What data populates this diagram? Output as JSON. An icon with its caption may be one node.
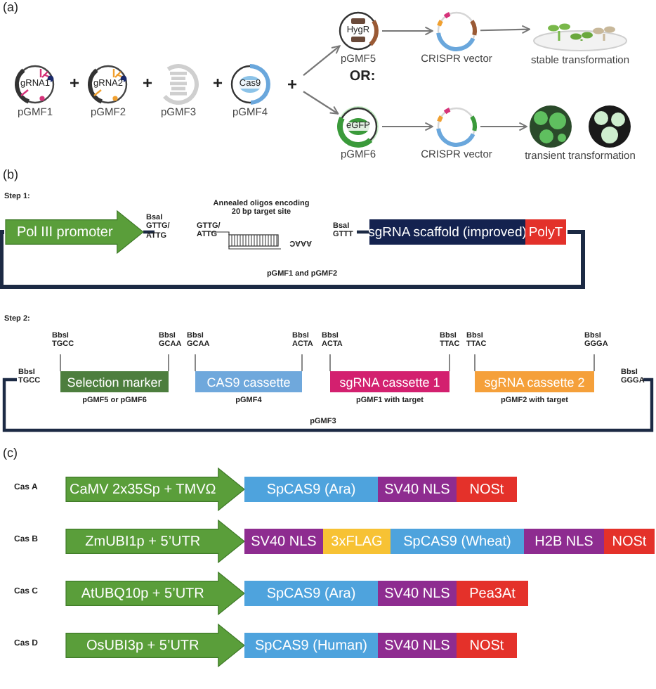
{
  "diagram": {
    "nodes": [
      {
        "text": [
          "gRNA1"
        ],
        "beside": [
          "pGMF1"
        ]
      },
      {
        "text": [
          "gRNA2"
        ],
        "beside": [
          "pGMF2"
        ]
      },
      {
        "text": [],
        "shape": "circle",
        "beside": [
          "pGMF3"
        ]
      },
      {
        "text": [
          "Cas9"
        ],
        "beside": [
          "pGMF4"
        ]
      },
      {
        "text": [
          "HygR"
        ],
        "beside": [
          "pGMF5"
        ]
      },
      {
        "text": [],
        "shape": "circle",
        "beside": [
          "CRISPR vector"
        ]
      },
      {
        "text": [],
        "shape": "picture",
        "beside": [
          "stable transformation"
        ]
      },
      {
        "text": [
          "eGFP"
        ],
        "beside": [
          "pGMF6"
        ]
      },
      {
        "text": [],
        "shape": "circle",
        "beside": [
          "CRISPR vector"
        ]
      },
      {
        "text": [],
        "shape": "picture",
        "beside": [
          "transient transformation"
        ]
      },
      {
        "text": [
          "Pol III promoter"
        ],
        "beside": [
          "BsaI GTTG/ ATTG"
        ]
      },
      {
        "text": [
          "sgRNA scaffold (improved)"
        ]
      },
      {
        "text": [
          "PolyT"
        ]
      },
      {
        "text": [
          "Selection marker"
        ],
        "beside": [
          "BbsI TGCC",
          "BbsI GCAA",
          "pGMF5 or pGMF6"
        ]
      },
      {
        "text": [
          "CAS9 cassette"
        ],
        "beside": [
          "BbsI GCAA",
          "BbsI ACTA",
          "pGMF4"
        ]
      },
      {
        "text": [
          "sgRNA cassette 1"
        ],
        "beside": [
          "BbsI ACTA",
          "BbsI TTAC",
          "pGMF1 with target"
        ]
      },
      {
        "text": [
          "sgRNA cassette 2"
        ],
        "beside": [
          "BbsI TTAC",
          "BbsI GGGA",
          "pGMF2 with target"
        ]
      },
      {
        "text": [
          "CaMV 2x35Sp + TMVΩ"
        ]
      },
      {
        "text": [
          "SpCAS9 (Ara)"
        ]
      },
      {
        "text": [
          "SV40 NLS"
        ]
      },
      {
        "text": [
          "NOSt"
        ]
      },
      {
        "text": [
          "ZmUBI1p + 5’UTR"
        ]
      },
      {
        "text": [
          "SV40 NLS"
        ]
      },
      {
        "text": [
          "3xFLAG"
        ]
      },
      {
        "text": [
          "SpCAS9 (Wheat)"
        ]
      },
      {
        "text": [
          "H2B NLS"
        ]
      },
      {
        "text": [
          "NOSt"
        ]
      },
      {
        "text": [
          "AtUBQ10p + 5’UTR"
        ]
      },
      {
        "text": [
          "SpCAS9 (Ara)"
        ]
      },
      {
        "text": [
          "SV40 NLS"
        ]
      },
      {
        "text": [
          "Pea3At"
        ]
      },
      {
        "text": [
          "OsUBI3p + 5’UTR"
        ]
      },
      {
        "text": [
          "SpCAS9 (Human)"
        ]
      },
      {
        "text": [
          "SV40 NLS"
        ]
      },
      {
        "text": [
          "NOSt"
        ]
      },
      {
        "text": [
          "+"
        ]
      }
    ],
    "edges": [
      {
        "from": 35,
        "to": 4,
        "arrow": "to"
      },
      {
        "from": 35,
        "to": 7,
        "arrow": "to"
      },
      {
        "from": 4,
        "to": 5,
        "arrow": "to"
      },
      {
        "from": 5,
        "to": 6,
        "arrow": "to"
      },
      {
        "from": 7,
        "to": 8,
        "arrow": "to"
      },
      {
        "from": 8,
        "to": 9,
        "arrow": "to"
      },
      {
        "from": 10,
        "to": 12,
        "arrow": "none",
        "style": "thick",
        "color": "#1c2a44"
      }
    ],
    "labels": [
      "(a)",
      "+",
      "+",
      "+",
      "OR:",
      "(b)",
      "Step 1:",
      "Annealed oligos encoding 20 bp target site",
      "GTTG/ ATTG",
      "AAAC",
      "BsaI GTTT",
      "pGMF1 and pGMF2",
      "Step 2:",
      "BbsI TGCC",
      "BbsI GGGA",
      "pGMF3",
      "(c)",
      "Cas A",
      "Cas B",
      "Cas C",
      "Cas D"
    ]
  }
}
